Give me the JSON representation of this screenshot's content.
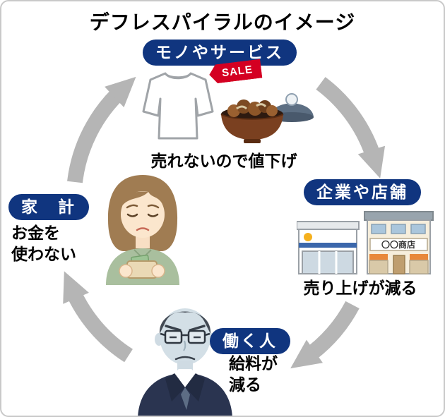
{
  "title": "デフレスパイラルのイメージ",
  "colors": {
    "badge-bg": "#10357f",
    "arrow": "#b5b5b5",
    "sale-red": "#d40022"
  },
  "nodes": {
    "goods": {
      "label": "モノやサービス",
      "caption": "売れないので値下げ"
    },
    "business": {
      "label": "企業や店舗",
      "caption": "売り上げが減る"
    },
    "worker": {
      "label": "働く人",
      "caption": "給料が\n減る"
    },
    "household": {
      "label": "家　計",
      "caption": "お金を\n使わない"
    }
  },
  "illustrations": {
    "sale_tag_label": "SALE",
    "shop_sign_label": "〇〇商店"
  }
}
